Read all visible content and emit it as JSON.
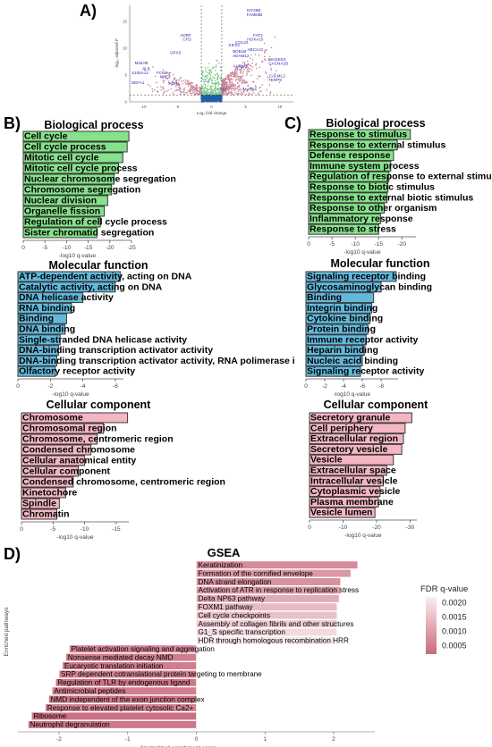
{
  "panel_labels": {
    "a": "A)",
    "b": "B)",
    "c": "C)",
    "d": "D)"
  },
  "chart_data": [
    {
      "id": "A",
      "type": "scatter",
      "title": "",
      "xlabel": "Log₂ fold change",
      "ylabel": "-log₁₀ adjusted P",
      "xlim": [
        -12,
        12
      ],
      "ylim": [
        0,
        18
      ],
      "x_ticks": [
        -10,
        -5,
        0,
        5,
        10
      ],
      "y_ticks": [
        0,
        5,
        10,
        15
      ],
      "thresholds": {
        "x": [
          -1.5,
          1.5
        ],
        "y": 1.3
      },
      "colors": {
        "sig": "#c9869a",
        "up_only": "#7fc98d",
        "ns": "#1f5fa8"
      },
      "annotations": [
        {
          "label": "KIF26B",
          "x": 6.2,
          "y": 16.8
        },
        {
          "label": "FAM83B",
          "x": 6.3,
          "y": 16.0
        },
        {
          "label": "ADRF",
          "x": -3.8,
          "y": 12.2
        },
        {
          "label": "CFD",
          "x": -3.6,
          "y": 11.4
        },
        {
          "label": "FAT2",
          "x": 6.8,
          "y": 12.2
        },
        {
          "label": "HOXA10",
          "x": 6.4,
          "y": 11.4
        },
        {
          "label": "COL20",
          "x": 4.4,
          "y": 10.8
        },
        {
          "label": "KIF23",
          "x": 3.3,
          "y": 10.3
        },
        {
          "label": "ABCA12",
          "x": 6.4,
          "y": 9.5
        },
        {
          "label": "BDB1B",
          "x": 4.1,
          "y": 9.2
        },
        {
          "label": "GPX3",
          "x": -5.3,
          "y": 8.9
        },
        {
          "label": "ADAM12",
          "x": 4.3,
          "y": 8.3
        },
        {
          "label": "MAGED4",
          "x": 9.6,
          "y": 7.7
        },
        {
          "label": "M34A3",
          "x": -10.3,
          "y": 7.0
        },
        {
          "label": "CACNA1B",
          "x": 9.8,
          "y": 6.9
        },
        {
          "label": "AURKB",
          "x": 4.2,
          "y": 6.4
        },
        {
          "label": "ALB",
          "x": -9.6,
          "y": 5.9
        },
        {
          "label": "S100A12",
          "x": -10.5,
          "y": 5.2
        },
        {
          "label": "FCN3",
          "x": -7.3,
          "y": 5.2
        },
        {
          "label": "NPE2",
          "x": -6.8,
          "y": 4.4
        },
        {
          "label": "CALML3",
          "x": 9.6,
          "y": 4.6
        },
        {
          "label": "TERP9",
          "x": 9.3,
          "y": 3.8
        },
        {
          "label": "DEFA1",
          "x": -10.8,
          "y": 3.3
        },
        {
          "label": "ADH4",
          "x": -5.5,
          "y": 3.2
        },
        {
          "label": "PL81",
          "x": 1.6,
          "y": 2.1
        },
        {
          "label": "MATN4",
          "x": 5.6,
          "y": 2.1
        }
      ]
    },
    {
      "id": "B-bio",
      "type": "bar",
      "title": "Biological process",
      "xlabel": "-log10 q-value",
      "xlim": [
        0,
        25
      ],
      "x_ticks": [
        0,
        -5,
        -10,
        -15,
        -20,
        -25
      ],
      "color": "#86e28a",
      "categories": [
        "Cell cycle",
        "Cell cycle process",
        "Mitotic cell cycle",
        "Mitotic cell cycle process",
        "Nuclear chromosome segregation",
        "Chromosome segregation",
        "Nuclear division",
        "Organelle fission",
        "Regulation of cell cycle process",
        "Sister chromatid segregation"
      ],
      "values": [
        24.4,
        24.0,
        23.0,
        22.0,
        21.0,
        20.4,
        19.5,
        18.7,
        17.8,
        17.0
      ]
    },
    {
      "id": "B-mol",
      "type": "bar",
      "title": "Molecular function",
      "xlabel": "-log10 q-value",
      "xlim": [
        0,
        6.5
      ],
      "x_ticks": [
        0,
        -2,
        -4,
        -6
      ],
      "color": "#63b9dc",
      "categories": [
        "ATP-dependent activity, acting on DNA",
        "Catalytic activity, acting on DNA",
        "DNA helicase activity",
        "RNA binding",
        "Binding",
        "DNA binding",
        "Single-stranded DNA helicase activity",
        "DNA-binding transcription activator activity",
        "DNA-binding transcription activator activity, RNA polimerase ii-specific",
        "Olfactory receptor activity"
      ],
      "values": [
        6.3,
        6.0,
        4.0,
        3.3,
        3.0,
        2.9,
        2.6,
        2.5,
        2.4,
        2.3
      ]
    },
    {
      "id": "B-cell",
      "type": "bar",
      "title": "Cellular component",
      "xlabel": "-log10 q-value",
      "xlim": [
        0,
        17
      ],
      "x_ticks": [
        0,
        -5,
        -10,
        -15
      ],
      "color": "#f3b6c2",
      "categories": [
        "Chromosome",
        "Chromosomal region",
        "Chromosome, centromeric region",
        "Condensed chromosome",
        "Cellular anatomical entity",
        "Cellular component",
        "Condensed chromosome, centromeric region",
        "Kinetochore",
        "Spindle",
        "Chromatin"
      ],
      "values": [
        16.8,
        13.0,
        12.0,
        11.0,
        10.0,
        9.0,
        8.2,
        7.0,
        6.0,
        5.6
      ]
    },
    {
      "id": "C-bio",
      "type": "bar",
      "title": "Biological process",
      "xlabel": "-log10 q-value",
      "xlim": [
        0,
        23
      ],
      "x_ticks": [
        0,
        -5,
        -10,
        -15,
        -20
      ],
      "color": "#86e28a",
      "categories": [
        "Response to stimulus",
        "Response to external stimulus",
        "Defense response",
        "Immune system process",
        "Regulation of response to external stimulus",
        "Response to biotic stimulus",
        "Response to external biotic stimulus",
        "Response to other organism",
        "Inflammatory response",
        "Response to stress"
      ],
      "values": [
        21.8,
        19.0,
        18.2,
        17.6,
        17.2,
        17.0,
        16.8,
        16.2,
        15.4,
        15.0
      ]
    },
    {
      "id": "C-mol",
      "type": "bar",
      "title": "Molecular function",
      "xlabel": "-log10 q-value",
      "xlim": [
        0,
        9.8
      ],
      "x_ticks": [
        0,
        -2,
        -4,
        -6,
        -8
      ],
      "color": "#63b9dc",
      "categories": [
        "Signaling receptor binding",
        "Glycosaminoglycan binding",
        "Binding",
        "Integrin binding",
        "Cytokine binding",
        "Protein binding",
        "Immune receptor activity",
        "Heparin binding",
        "Nucleic acid binding",
        "Signaling receptor activity"
      ],
      "values": [
        9.6,
        8.0,
        7.2,
        7.0,
        6.8,
        6.6,
        6.4,
        6.2,
        6.0,
        5.8
      ]
    },
    {
      "id": "C-cell",
      "type": "bar",
      "title": "Cellular component",
      "xlabel": "-log10 q-value",
      "xlim": [
        0,
        32
      ],
      "x_ticks": [
        0,
        -10,
        -20,
        -30
      ],
      "color": "#f3b6c2",
      "categories": [
        "Secretory granule",
        "Cell periphery",
        "Extracellular region",
        "Secretory vesicle",
        "Vesicle",
        "Extracellular space",
        "Intracellular vesicle",
        "Cytoplasmic vesicle",
        "Plasma membrane",
        "Vesicle lumen"
      ],
      "values": [
        30.5,
        28.5,
        28.0,
        27.5,
        25.0,
        23.0,
        22.0,
        21.0,
        20.5,
        19.5
      ]
    },
    {
      "id": "D",
      "type": "bar",
      "title": "GSEA",
      "xlabel": "Normalized enrichment score",
      "ylabel": "Enriched pathways",
      "xlim": [
        -2.6,
        2.6
      ],
      "x_ticks": [
        -2,
        -1,
        0,
        1,
        2
      ],
      "legend": {
        "title": "FDR q-value",
        "ticks": [
          "0.0020",
          "0.0015",
          "0.0010",
          "0.0005"
        ],
        "min": 0.0002,
        "max": 0.0022,
        "color_low": "#c86a7c",
        "color_high": "#fbeef1"
      },
      "categories": [
        "Keratinization",
        "Formation of the cornified envelope",
        "DNA strand elongation",
        "Activation of ATR in response to replication stress",
        "Delta NP63 pathway",
        "FOXM1 pathway",
        "Cell cycle checkpoints",
        "Assembly of collagen fibrils and other structures",
        "G1_S specific transcription",
        "HDR through homologous recombination HRR",
        "Platelet activation signaling and aggregation",
        "Nonsense mediated decay NMD",
        "Eucaryotic translation initiation",
        "SRP dependent cotranslational protein targeting to membrane",
        "Regulation of TLR by endogenous ligand",
        "Antimicrobial peptides",
        "NMD independent of the exon junction complex",
        "Response to elevated platelet cytosolic Ca2+",
        "Ribosome",
        "Neutrophil degranulation"
      ],
      "values": [
        2.35,
        2.25,
        2.1,
        2.1,
        2.08,
        2.05,
        2.05,
        2.05,
        2.05,
        2.02,
        -1.85,
        -1.9,
        -1.95,
        -2.0,
        -2.05,
        -2.1,
        -2.15,
        -2.2,
        -2.4,
        -2.45
      ],
      "fdr": [
        0.0007,
        0.0009,
        0.0008,
        0.001,
        0.0012,
        0.0014,
        0.0015,
        0.0017,
        0.0019,
        0.0021,
        0.0006,
        0.0005,
        0.0005,
        0.0006,
        0.0004,
        0.0005,
        0.0004,
        0.0006,
        0.0003,
        0.0004
      ]
    }
  ]
}
